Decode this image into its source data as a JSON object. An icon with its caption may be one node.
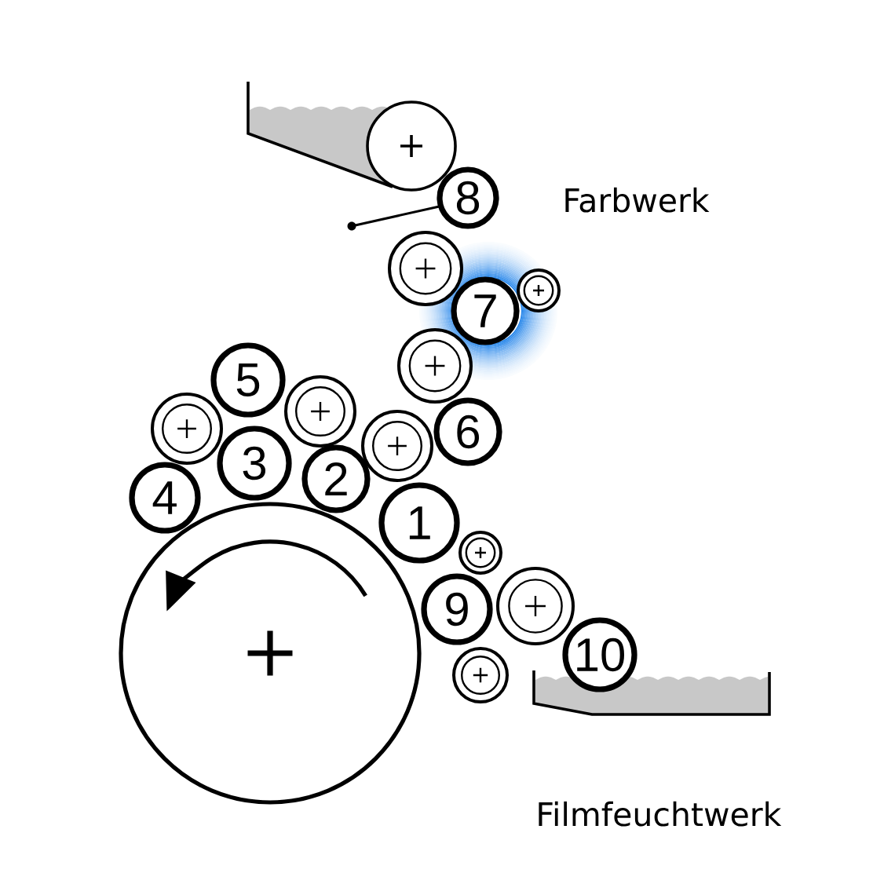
{
  "diagram": {
    "nodes": [
      {
        "text": [],
        "shape": "circle"
      },
      {
        "text": [
          "8"
        ]
      },
      {
        "text": [],
        "shape": "circle"
      },
      {
        "text": [
          "7"
        ]
      },
      {
        "text": [],
        "shape": "circle"
      },
      {
        "text": [],
        "shape": "circle"
      },
      {
        "text": [
          "5"
        ]
      },
      {
        "text": [],
        "shape": "circle"
      },
      {
        "text": [],
        "shape": "circle"
      },
      {
        "text": [
          "6"
        ]
      },
      {
        "text": [],
        "shape": "circle"
      },
      {
        "text": [
          "3"
        ]
      },
      {
        "text": [
          "2"
        ]
      },
      {
        "text": [
          "4"
        ]
      },
      {
        "text": [
          "1"
        ]
      },
      {
        "text": [],
        "shape": "circle"
      },
      {
        "text": [
          "9"
        ]
      },
      {
        "text": [],
        "shape": "circle"
      },
      {
        "text": [],
        "shape": "circle"
      },
      {
        "text": [
          "10"
        ]
      },
      {
        "text": [],
        "shape": "circle"
      }
    ],
    "labels": [
      "Farbwerk",
      "Filmfeuchtwerk"
    ]
  }
}
